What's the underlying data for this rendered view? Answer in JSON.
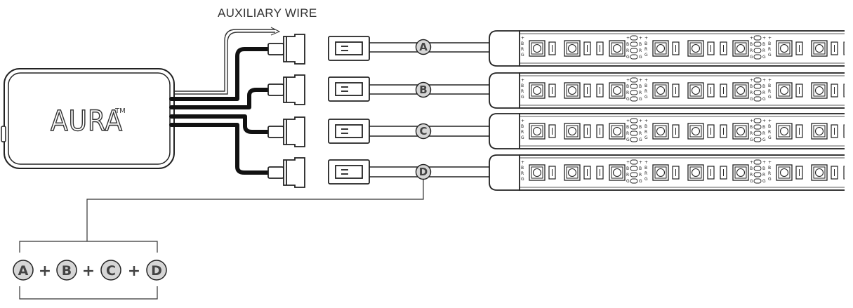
{
  "auxiliary_label": "AUXILIARY WIRE",
  "controller": {
    "brand": "AURA",
    "trademark": "TM"
  },
  "channels": [
    {
      "id": "A",
      "label": "A"
    },
    {
      "id": "B",
      "label": "B"
    },
    {
      "id": "C",
      "label": "C"
    },
    {
      "id": "D",
      "label": "D"
    }
  ],
  "combination": {
    "labels": [
      "A",
      "B",
      "C",
      "D"
    ],
    "operator": "+"
  },
  "strip_pin_labels": [
    "+",
    "B",
    "R",
    "G"
  ]
}
